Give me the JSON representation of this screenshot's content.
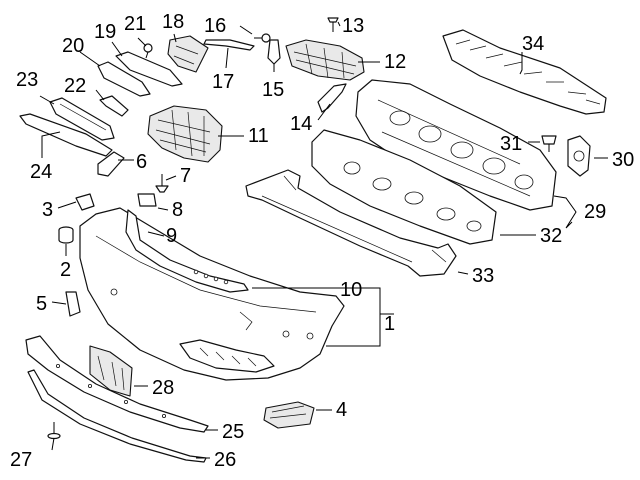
{
  "callouts": [
    {
      "id": "c1",
      "text": "1"
    },
    {
      "id": "c2",
      "text": "2"
    },
    {
      "id": "c3",
      "text": "3"
    },
    {
      "id": "c4",
      "text": "4"
    },
    {
      "id": "c5",
      "text": "5"
    },
    {
      "id": "c6",
      "text": "6"
    },
    {
      "id": "c7",
      "text": "7"
    },
    {
      "id": "c8",
      "text": "8"
    },
    {
      "id": "c9",
      "text": "9"
    },
    {
      "id": "c10",
      "text": "10"
    },
    {
      "id": "c11",
      "text": "11"
    },
    {
      "id": "c12",
      "text": "12"
    },
    {
      "id": "c13",
      "text": "13"
    },
    {
      "id": "c14",
      "text": "14"
    },
    {
      "id": "c15",
      "text": "15"
    },
    {
      "id": "c16",
      "text": "16"
    },
    {
      "id": "c17",
      "text": "17"
    },
    {
      "id": "c18",
      "text": "18"
    },
    {
      "id": "c19",
      "text": "19"
    },
    {
      "id": "c20",
      "text": "20"
    },
    {
      "id": "c21",
      "text": "21"
    },
    {
      "id": "c22",
      "text": "22"
    },
    {
      "id": "c23",
      "text": "23"
    },
    {
      "id": "c24",
      "text": "24"
    },
    {
      "id": "c25",
      "text": "25"
    },
    {
      "id": "c26",
      "text": "26"
    },
    {
      "id": "c27",
      "text": "27"
    },
    {
      "id": "c28",
      "text": "28"
    },
    {
      "id": "c29",
      "text": "29"
    },
    {
      "id": "c30",
      "text": "30"
    },
    {
      "id": "c31",
      "text": "31"
    },
    {
      "id": "c32",
      "text": "32"
    },
    {
      "id": "c33",
      "text": "33"
    },
    {
      "id": "c34",
      "text": "34"
    }
  ]
}
